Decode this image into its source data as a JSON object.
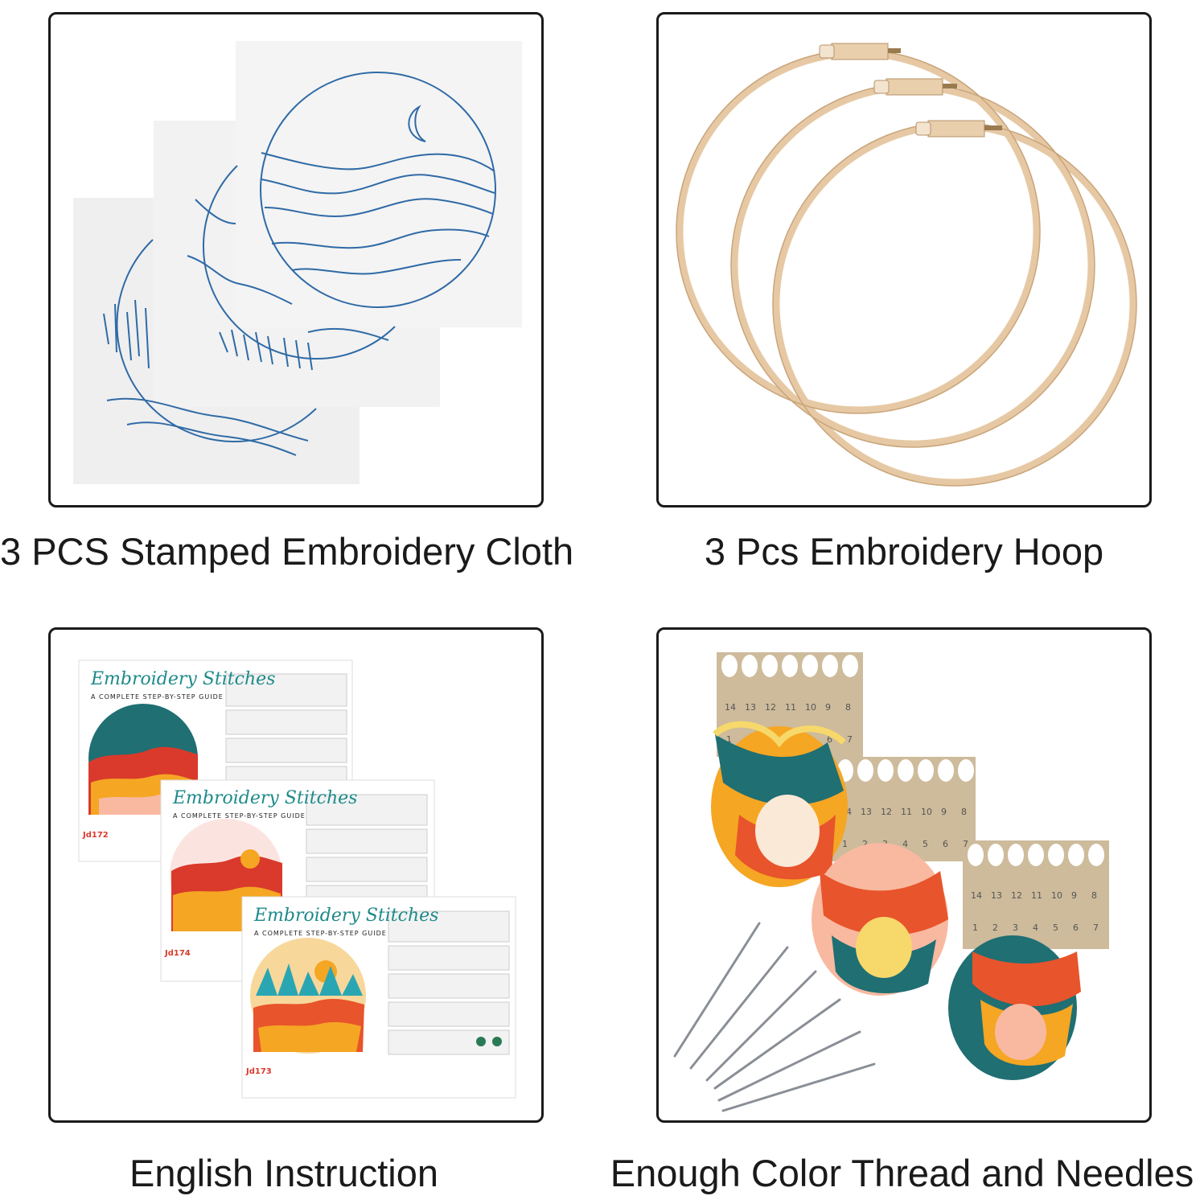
{
  "panels": [
    {
      "caption": "3 PCS Stamped Embroidery Cloth",
      "icon": "stamped-cloth-icon",
      "color": "#2f6aa6"
    },
    {
      "caption": "3 Pcs Embroidery Hoop",
      "icon": "embroidery-hoop-icon",
      "color": "#e6c9a4"
    },
    {
      "caption": "English Instruction",
      "icon": "instruction-sheet-icon",
      "sheet_title": "Embroidery Stitches",
      "sheet_subtitle": "A COMPLETE STEP-BY-STEP GUIDE",
      "codes": [
        "Jd172",
        "Jd174",
        "Jd173"
      ]
    },
    {
      "caption": "Enough Color Thread and Needles",
      "icon": "thread-and-needles-icon",
      "card_numbers_top": [
        "14",
        "13",
        "12",
        "11",
        "10",
        "9",
        "8"
      ],
      "card_numbers_bottom": [
        "1",
        "2",
        "3",
        "4",
        "5",
        "6",
        "7"
      ],
      "thread_colors": [
        "#1f6f73",
        "#e8542b",
        "#f5a623",
        "#f7d86b",
        "#f9b9a0",
        "#fbe9d7",
        "#c0392b"
      ]
    }
  ]
}
